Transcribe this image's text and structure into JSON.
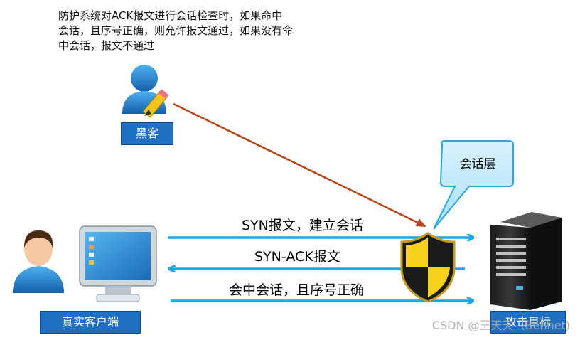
{
  "note": "防护系统对ACK报文进行会话检查时，如果命中会话，且序号正确，则允许报文通过，如果没有命中会话，报文不通过",
  "hacker_label": "黑客",
  "client_label": "真实客户端",
  "target_label": "攻击目标",
  "session_layer": "会话层",
  "flows": {
    "syn": "SYN报文，建立会话",
    "synack": "SYN-ACK报文",
    "hit": "会中会话，且序号正确"
  },
  "watermark": "CSDN @王天天（Bennet)",
  "colors": {
    "arrow_blue": "#1aa7e8",
    "attack_arrow": "#b5451b",
    "label_blue": "#1f6fc2",
    "bubble": "#2aa7dc"
  }
}
